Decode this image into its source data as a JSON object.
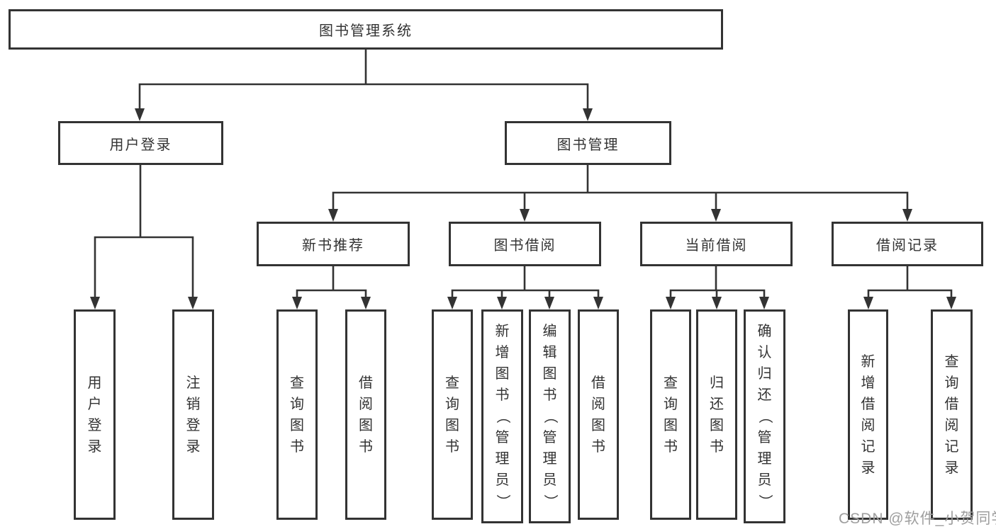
{
  "colors": {
    "line": "#333333",
    "text": "#333333",
    "watermark": "#9e9e9e",
    "background": "#ffffff"
  },
  "watermark": {
    "text": "CSDN @软件_小贺同学"
  },
  "tree": {
    "root": {
      "label": "图书管理系统"
    },
    "branches": [
      {
        "label": "用户登录",
        "children": [
          {
            "label": "用户登录"
          },
          {
            "label": "注销登录"
          }
        ]
      },
      {
        "label": "图书管理",
        "children": [
          {
            "label": "新书推荐",
            "children": [
              {
                "label": "查询图书"
              },
              {
                "label": "借阅图书"
              }
            ]
          },
          {
            "label": "图书借阅",
            "children": [
              {
                "label": "查询图书"
              },
              {
                "label": "新增图书（管理员）"
              },
              {
                "label": "编辑图书（管理员）"
              },
              {
                "label": "借阅图书"
              }
            ]
          },
          {
            "label": "当前借阅",
            "children": [
              {
                "label": "查询图书"
              },
              {
                "label": "归还图书"
              },
              {
                "label": "确认归还（管理员）"
              }
            ]
          },
          {
            "label": "借阅记录",
            "children": [
              {
                "label": "新增借阅记录"
              },
              {
                "label": "查询借阅记录"
              }
            ]
          }
        ]
      }
    ]
  }
}
